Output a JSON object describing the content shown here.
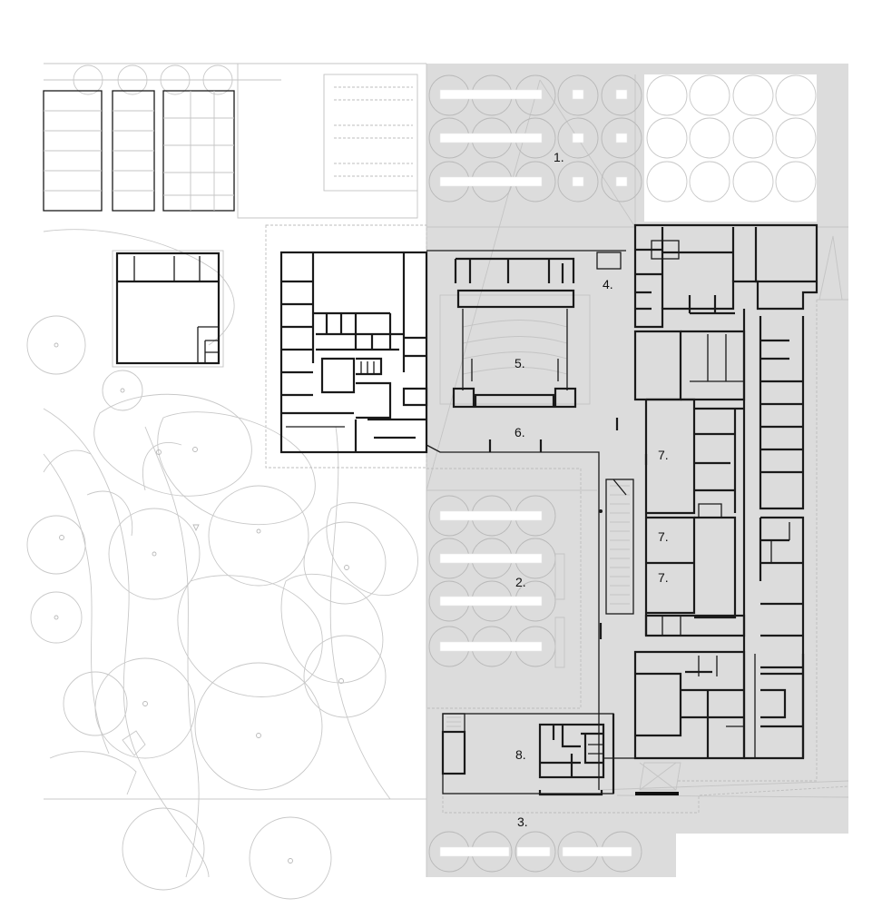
{
  "plan": {
    "labels": [
      {
        "id": "1",
        "text": "1."
      },
      {
        "id": "2",
        "text": "2."
      },
      {
        "id": "3",
        "text": "3."
      },
      {
        "id": "4",
        "text": "4."
      },
      {
        "id": "5",
        "text": "5."
      },
      {
        "id": "6",
        "text": "6."
      },
      {
        "id": "7a",
        "text": "7."
      },
      {
        "id": "7b",
        "text": "7."
      },
      {
        "id": "7c",
        "text": "7."
      },
      {
        "id": "8",
        "text": "8."
      }
    ]
  },
  "colors": {
    "paving": "#dcdcdc",
    "walls": "#1a1a1a",
    "landscape_lines": "#c4c4c4",
    "background": "#ffffff"
  }
}
